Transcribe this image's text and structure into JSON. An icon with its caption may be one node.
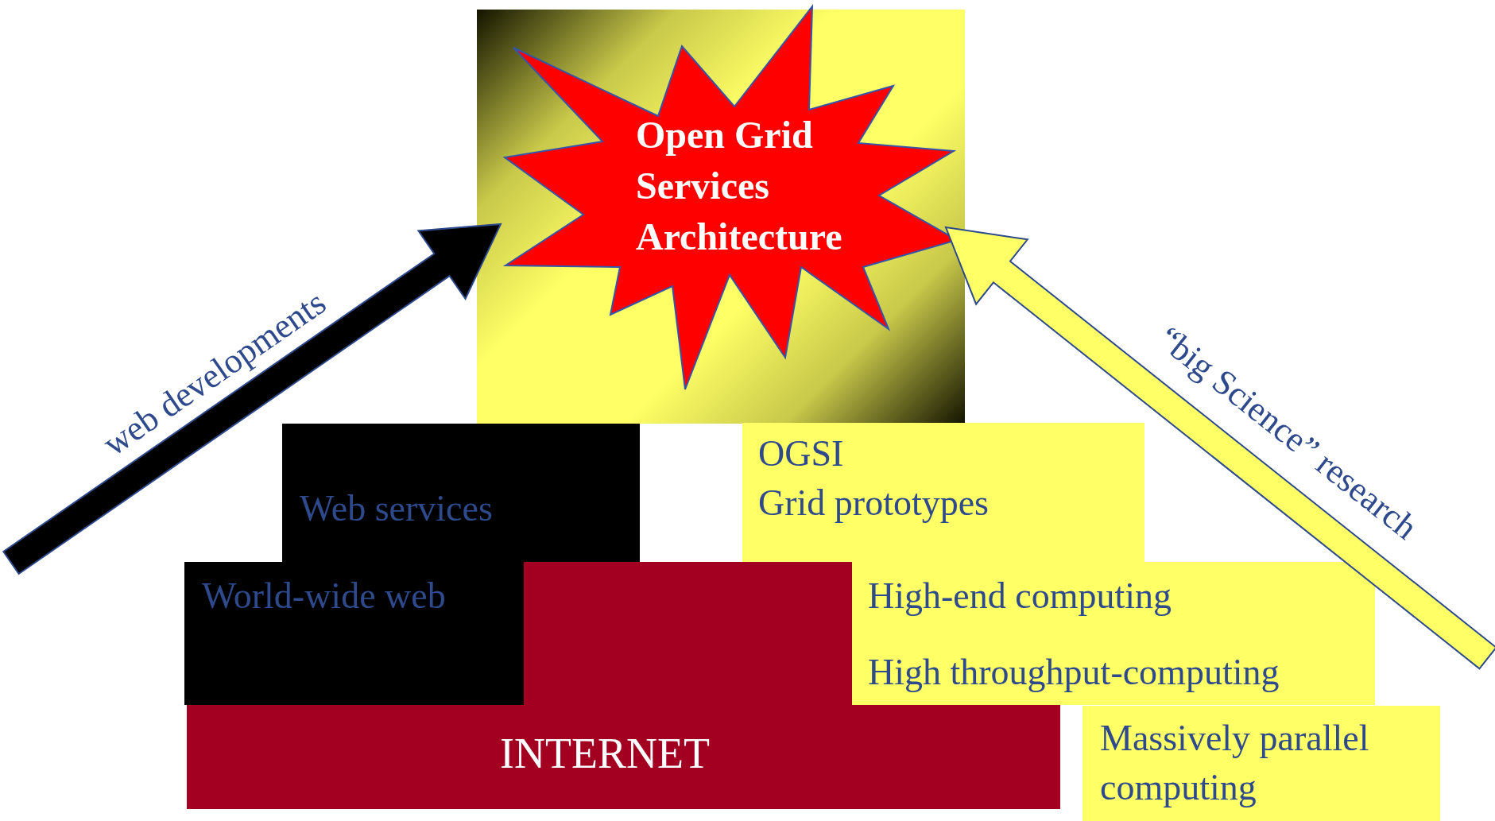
{
  "diagram": {
    "nodes": [
      {
        "text": [],
        "shape": "box"
      },
      {
        "text": [
          "Open Grid Services Architecture"
        ],
        "in": 0
      },
      {
        "text": [
          "Web services"
        ]
      },
      {
        "text": [
          "OGSI",
          "Grid prototypes"
        ]
      },
      {
        "text": [
          "World-wide web"
        ]
      },
      {
        "text": [],
        "shape": "box"
      },
      {
        "text": [
          "High-end computing",
          "High throughput-computing"
        ]
      },
      {
        "text": [
          "INTERNET"
        ]
      },
      {
        "text": [
          "Massively parallel computing"
        ]
      }
    ],
    "edges": [
      {
        "from": null,
        "to": 1,
        "arrow": "to",
        "label": "web developments",
        "color": "#000000"
      },
      {
        "from": null,
        "to": 1,
        "arrow": "to",
        "label": "“big Science” research",
        "color": "#ffff66"
      }
    ]
  }
}
